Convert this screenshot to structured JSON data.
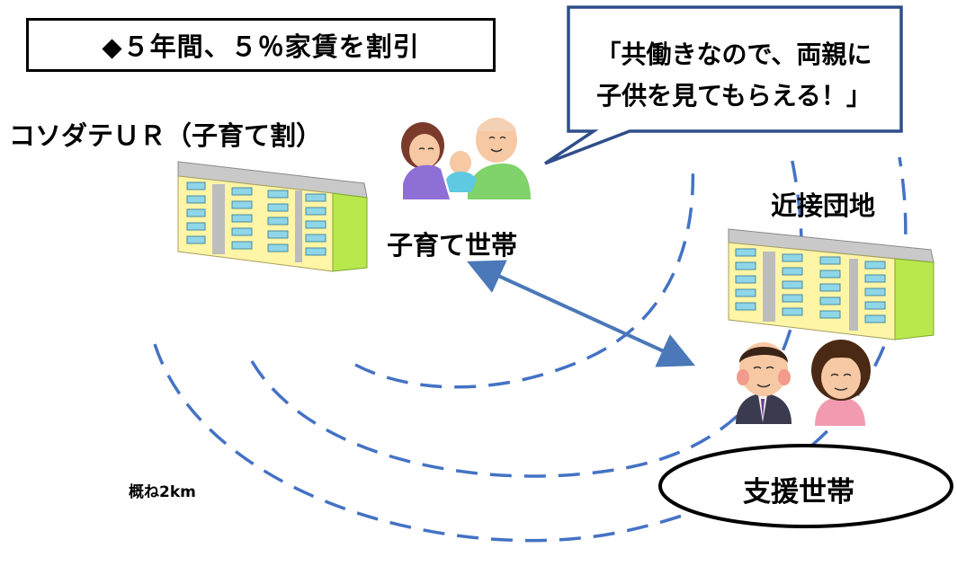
{
  "banner": {
    "text": "◆５年間、５％家賃を割引"
  },
  "scheme_title": "コソダテＵＲ（子育て割）",
  "speech_bubble": {
    "line1": "「共働きなので、両親に",
    "line2": "子供を見てもらえる！」"
  },
  "nearby_estate_label": "近接団地",
  "childcare_household_label": "子育て世帯",
  "support_household_label": "支援世帯",
  "distance_label": "概ね2km",
  "colors": {
    "arc": "#4472c4",
    "arrow": "#4a78b8",
    "callout_border": "#2f4e8a",
    "building_wall": "#fff5a6",
    "building_side": "#b8e84c",
    "building_roof": "#c9c9c9",
    "window": "#8fd6e8"
  }
}
